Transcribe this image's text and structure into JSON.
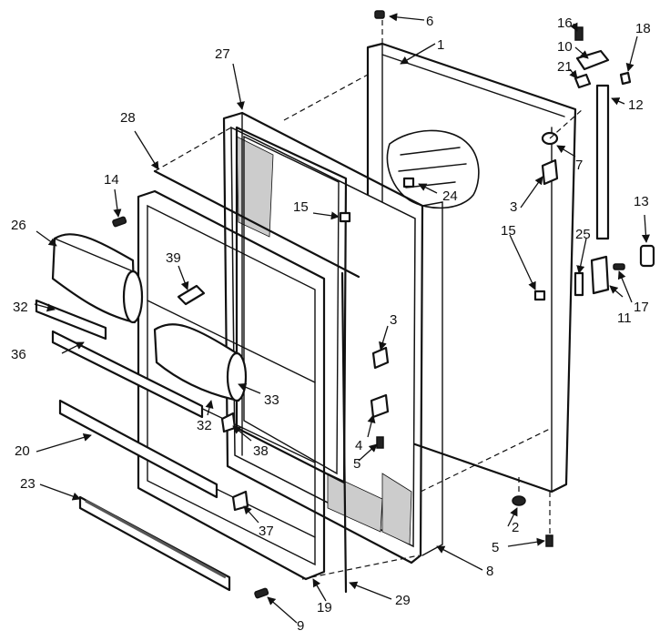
{
  "callouts": [
    {
      "id": "c1",
      "label": "1"
    },
    {
      "id": "c2",
      "label": "2"
    },
    {
      "id": "c3a",
      "label": "3"
    },
    {
      "id": "c3b",
      "label": "3"
    },
    {
      "id": "c4",
      "label": "4"
    },
    {
      "id": "c5a",
      "label": "5"
    },
    {
      "id": "c5b",
      "label": "5"
    },
    {
      "id": "c6",
      "label": "6"
    },
    {
      "id": "c7",
      "label": "7"
    },
    {
      "id": "c8",
      "label": "8"
    },
    {
      "id": "c9",
      "label": "9"
    },
    {
      "id": "c10",
      "label": "10"
    },
    {
      "id": "c11",
      "label": "11"
    },
    {
      "id": "c12",
      "label": "12"
    },
    {
      "id": "c13",
      "label": "13"
    },
    {
      "id": "c14",
      "label": "14"
    },
    {
      "id": "c15a",
      "label": "15"
    },
    {
      "id": "c15b",
      "label": "15"
    },
    {
      "id": "c16",
      "label": "16"
    },
    {
      "id": "c17",
      "label": "17"
    },
    {
      "id": "c18",
      "label": "18"
    },
    {
      "id": "c19",
      "label": "19"
    },
    {
      "id": "c20",
      "label": "20"
    },
    {
      "id": "c21",
      "label": "21"
    },
    {
      "id": "c23",
      "label": "23"
    },
    {
      "id": "c24",
      "label": "24"
    },
    {
      "id": "c25",
      "label": "25"
    },
    {
      "id": "c26",
      "label": "26"
    },
    {
      "id": "c27",
      "label": "27"
    },
    {
      "id": "c28",
      "label": "28"
    },
    {
      "id": "c29",
      "label": "29"
    },
    {
      "id": "c32a",
      "label": "32"
    },
    {
      "id": "c32b",
      "label": "32"
    },
    {
      "id": "c33",
      "label": "33"
    },
    {
      "id": "c36",
      "label": "36"
    },
    {
      "id": "c37",
      "label": "37"
    },
    {
      "id": "c38",
      "label": "38"
    },
    {
      "id": "c39",
      "label": "39"
    }
  ]
}
